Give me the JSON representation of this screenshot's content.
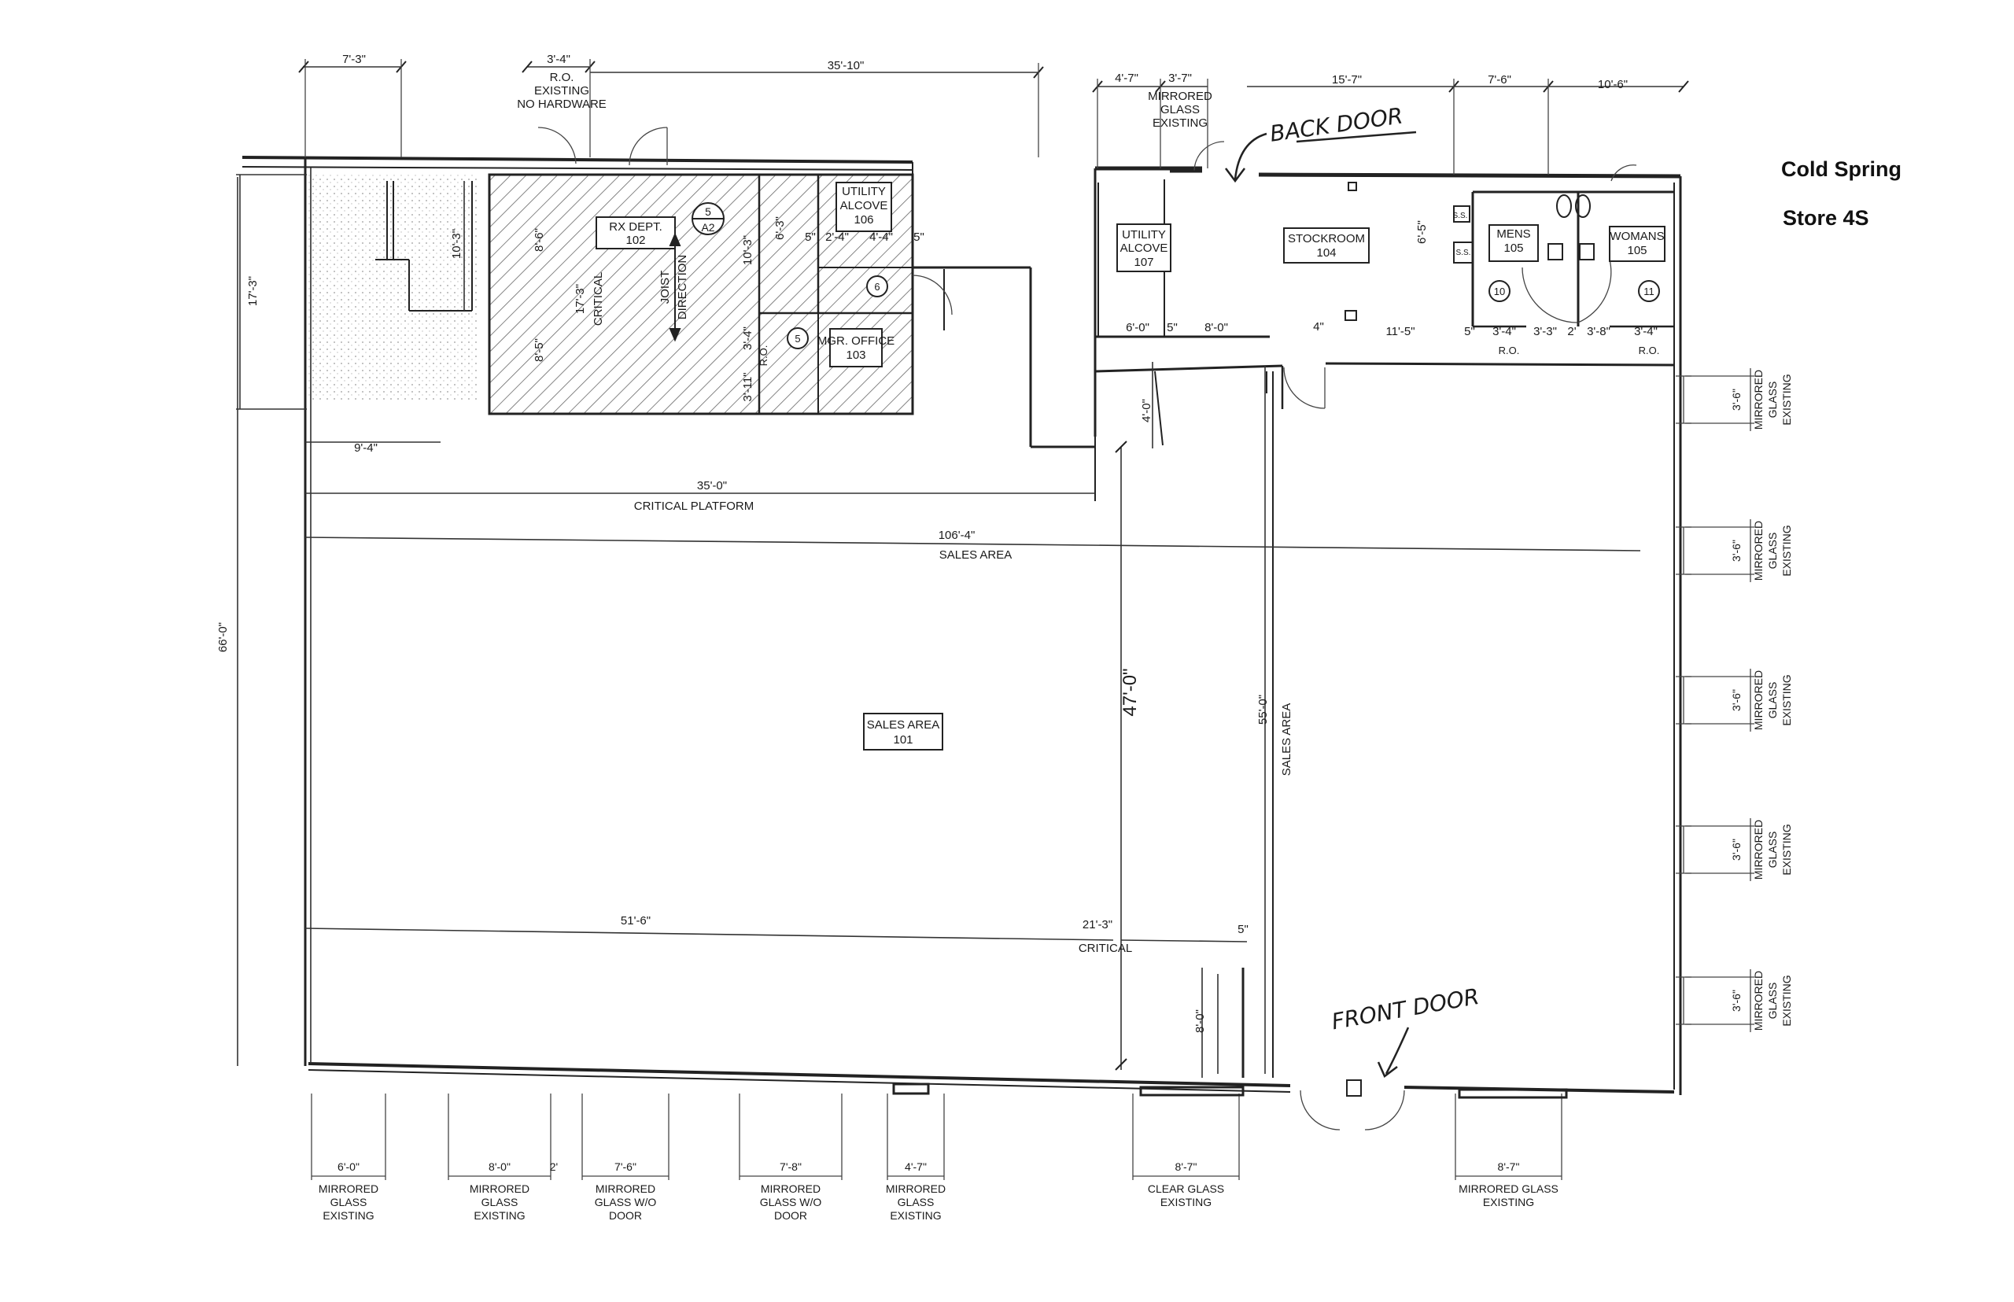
{
  "title": {
    "line1": "Cold Spring",
    "line2": "Store 4S"
  },
  "handwritten": {
    "back_door": "BACK DOOR",
    "front_door": "FRONT DOOR"
  },
  "rooms": {
    "rx": {
      "name": "RX DEPT.",
      "num": "102"
    },
    "util106": {
      "name1": "UTILITY",
      "name2": "ALCOVE",
      "num": "106"
    },
    "mgr": {
      "name": "MGR. OFFICE",
      "num": "103"
    },
    "util107": {
      "name1": "UTILITY",
      "name2": "ALCOVE",
      "num": "107"
    },
    "stock": {
      "name": "STOCKROOM",
      "num": "104"
    },
    "mens": {
      "name": "MENS",
      "num": "105"
    },
    "womens": {
      "name": "WOMANS",
      "num": "105"
    },
    "sales": {
      "name": "SALES AREA",
      "num": "101"
    }
  },
  "labels": {
    "critical_platform": "CRITICAL PLATFORM",
    "sales_area": "SALES AREA",
    "sales_area_v": "SALES AREA",
    "critical": "CRITICAL",
    "critical_v": "CRITICAL",
    "joist1": "JOIST",
    "joist2": "DIRECTION",
    "ro": "R.O.",
    "ro2": "R.O.",
    "ro3": "R.O.",
    "ro_note1": "R.O.",
    "ro_note2": "EXISTING",
    "ro_note3": "NO HARDWARE",
    "mg_top1": "MIRRORED",
    "mg_top2": "GLASS",
    "mg_top3": "EXISTING",
    "ss1": "S.S.",
    "ss2": "S.S.",
    "sec_num": "5",
    "sec_sheet": "A2",
    "door5": "5",
    "door6": "6",
    "door10": "10",
    "door11": "11"
  },
  "dimensions": {
    "d_7_3": "7'-3\"",
    "d_3_4": "3'-4\"",
    "d_35_10": "35'-10\"",
    "d_4_7": "4'-7\"",
    "d_3_7": "3'-7\"",
    "d_15_7": "15'-7\"",
    "d_7_6": "7'-6\"",
    "d_10_6": "10'-6\"",
    "d_17_3": "17'-3\"",
    "d_10_3": "10'-3\"",
    "d_8_6": "8'-6\"",
    "d_17_3b": "17'-3\"",
    "d_8_5": "8'-5\"",
    "d_10_3b": "10'-3\"",
    "d_6_3": "6'-3\"",
    "d_3_4b": "3'-4\"",
    "d_3_11": "3'-11\"",
    "d_5a": "5\"",
    "d_2_4": "2'-4\"",
    "d_4_4": "4'-4\"",
    "d_5b": "5\"",
    "d_6_5": "6'-5\"",
    "d_6_0": "6'-0\"",
    "d_5c": "5\"",
    "d_8_0": "8'-0\"",
    "d_4in": "4\"",
    "d_11_5": "11'-5\"",
    "d_5d": "5\"",
    "d_3_4c": "3'-4\"",
    "d_3_3": "3'-3\"",
    "d_2": "2'",
    "d_3_8": "3'-8\"",
    "d_3_4d": "3'-4\"",
    "d_9_4": "9'-4\"",
    "d_4_0": "4'-0\"",
    "d_35_0": "35'-0\"",
    "d_106_4": "106'-4\"",
    "d_66_0": "66'-0\"",
    "d_47_0": "47'-0\"",
    "d_55_0": "55'-0\"",
    "d_51_6": "51'-6\"",
    "d_21_3": "21'-3\"",
    "d_5e": "5\"",
    "d_8_0b": "8'-0\""
  },
  "right_windows": [
    {
      "dim": "3'-6\"",
      "l1": "MIRRORED",
      "l2": "GLASS",
      "l3": "EXISTING"
    },
    {
      "dim": "3'-6\"",
      "l1": "MIRRORED",
      "l2": "GLASS",
      "l3": "EXISTING"
    },
    {
      "dim": "3'-6\"",
      "l1": "MIRRORED",
      "l2": "GLASS",
      "l3": "EXISTING"
    },
    {
      "dim": "3'-6\"",
      "l1": "MIRRORED",
      "l2": "GLASS",
      "l3": "EXISTING"
    },
    {
      "dim": "3'-6\"",
      "l1": "MIRRORED",
      "l2": "GLASS",
      "l3": "EXISTING"
    }
  ],
  "bottom_windows": [
    {
      "dim": "6'-0\"",
      "l1": "MIRRORED",
      "l2": "GLASS",
      "l3": "EXISTING"
    },
    {
      "dim": "8'-0\"",
      "l1": "MIRRORED",
      "l2": "GLASS",
      "l3": "EXISTING",
      "extra": "2'"
    },
    {
      "dim": "7'-6\"",
      "l1": "MIRRORED",
      "l2": "GLASS W/O",
      "l3": "DOOR"
    },
    {
      "dim": "7'-8\"",
      "l1": "MIRRORED",
      "l2": "GLASS W/O",
      "l3": "DOOR"
    },
    {
      "dim": "4'-7\"",
      "l1": "MIRRORED",
      "l2": "GLASS",
      "l3": "EXISTING"
    },
    {
      "dim": "8'-7\"",
      "l1": "CLEAR GLASS",
      "l2": "EXISTING",
      "l3": ""
    },
    {
      "dim": "8'-7\"",
      "l1": "MIRRORED GLASS",
      "l2": "EXISTING",
      "l3": ""
    }
  ]
}
